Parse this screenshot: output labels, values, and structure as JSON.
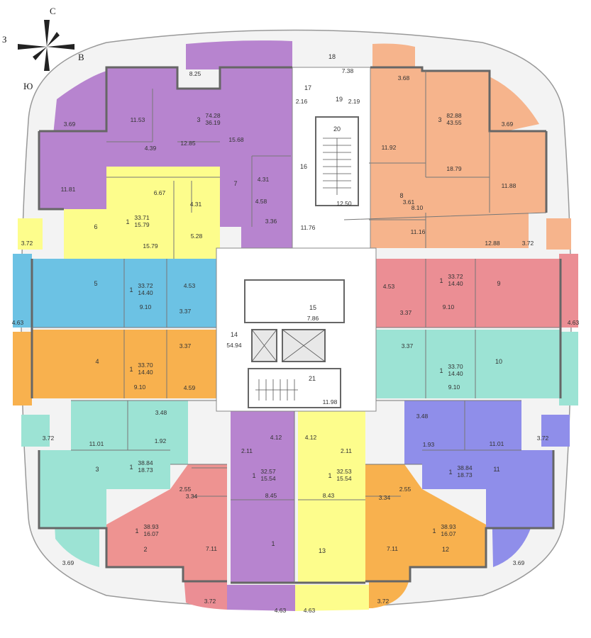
{
  "compass": {
    "north": "С",
    "west": "З",
    "east": "В",
    "south": "Ю"
  },
  "colors": {
    "violet": "#b784cf",
    "orange": "#f6b48c",
    "yellow": "#fdfd8c",
    "blue": "#6cc2e4",
    "red": "#eb8e94",
    "amber": "#f8b14e",
    "teal": "#9ce3d4",
    "indigo": "#8f8eea",
    "pink": "#ee9391",
    "common": "#ffffff",
    "wall": "#8a8a8a"
  },
  "apartments": [
    {
      "id": "1",
      "rooms": "1",
      "area": "32.57",
      "living": "15.54"
    },
    {
      "id": "2",
      "rooms": "1",
      "area": "38.93",
      "living": "16.07"
    },
    {
      "id": "3",
      "rooms": "1",
      "area": "38.84",
      "living": "18.73"
    },
    {
      "id": "4",
      "rooms": "1",
      "area": "33.70",
      "living": "14.40"
    },
    {
      "id": "5",
      "rooms": "1",
      "area": "33.72",
      "living": "14.40"
    },
    {
      "id": "6",
      "rooms": "1",
      "area": "33.71",
      "living": "15.79"
    },
    {
      "id": "7",
      "rooms": "3",
      "area": "74.28",
      "living": "36.19"
    },
    {
      "id": "8",
      "rooms": "3",
      "area": "82.88",
      "living": "43.55"
    },
    {
      "id": "9",
      "rooms": "1",
      "area": "33.72",
      "living": "14.40"
    },
    {
      "id": "10",
      "rooms": "1",
      "area": "33.70",
      "living": "14.40"
    },
    {
      "id": "11",
      "rooms": "1",
      "area": "38.84",
      "living": "18.73"
    },
    {
      "id": "12",
      "rooms": "1",
      "area": "38.93",
      "living": "16.07"
    },
    {
      "id": "13",
      "rooms": "1",
      "area": "32.53",
      "living": "15.54"
    }
  ],
  "common_rooms": [
    {
      "id": "14",
      "area": "54.94"
    },
    {
      "id": "15",
      "area": "7.86"
    },
    {
      "id": "16",
      "area": "11.76"
    },
    {
      "id": "17",
      "area": "2.16"
    },
    {
      "id": "18",
      "area": "7.38"
    },
    {
      "id": "19",
      "area": "2.19"
    },
    {
      "id": "20",
      "area": "12.50"
    },
    {
      "id": "21",
      "area": "11.98"
    }
  ],
  "room_areas": [
    "8.25",
    "11.53",
    "12.85",
    "15.68",
    "3.69",
    "4.39",
    "11.81",
    "4.31",
    "6.67",
    "4.31",
    "4.58",
    "3.36",
    "3.72",
    "15.79",
    "5.28",
    "3.68",
    "11.92",
    "18.79",
    "3.69",
    "11.88",
    "3.61",
    "8.10",
    "11.16",
    "12.88",
    "3.72",
    "4.53",
    "9.10",
    "3.37",
    "4.63",
    "3.37",
    "9.10",
    "4.59",
    "4.53",
    "3.37",
    "9.10",
    "4.63",
    "3.37",
    "9.10",
    "3.48",
    "11.01",
    "1.92",
    "3.72",
    "3.48",
    "1.93",
    "11.01",
    "3.72",
    "2.11",
    "4.12",
    "8.45",
    "4.12",
    "2.11",
    "8.43",
    "2.55",
    "3.34",
    "7.11",
    "3.69",
    "3.72",
    "4.63",
    "4.63",
    "3.72",
    "2.55",
    "3.34",
    "7.11",
    "3.69"
  ]
}
